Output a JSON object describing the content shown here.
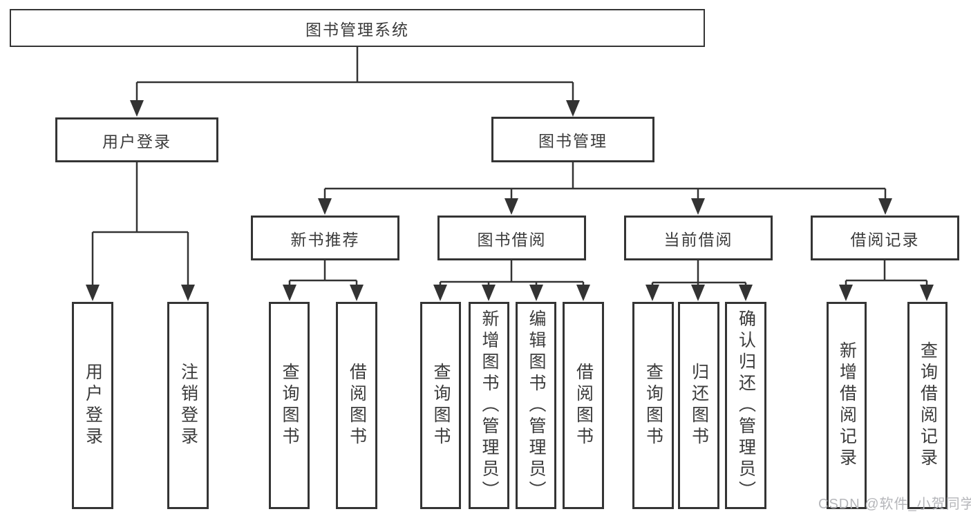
{
  "diagram_type": "hierarchy-tree",
  "colors": {
    "line": "#333333",
    "border": "#343434",
    "text": "#3b3b3b",
    "background": "#ffffff",
    "watermark": "#b5b6ba"
  },
  "nodes": {
    "root": {
      "label": "图书管理系统"
    },
    "userLogin": {
      "label": "用户登录",
      "children": [
        {
          "label": "用户登录"
        },
        {
          "label": "注销登录"
        }
      ]
    },
    "bookManagement": {
      "label": "图书管理",
      "children": [
        {
          "label": "新书推荐",
          "children": [
            {
              "label": "查询图书"
            },
            {
              "label": "借阅图书"
            }
          ]
        },
        {
          "label": "图书借阅",
          "children": [
            {
              "label": "查询图书"
            },
            {
              "label": "新增图书（管理员）"
            },
            {
              "label": "编辑图书（管理员）"
            },
            {
              "label": "借阅图书"
            }
          ]
        },
        {
          "label": "当前借阅",
          "children": [
            {
              "label": "查询图书"
            },
            {
              "label": "归还图书"
            },
            {
              "label": "确认归还（管理员）"
            }
          ]
        },
        {
          "label": "借阅记录",
          "children": [
            {
              "label": "新增借阅记录"
            },
            {
              "label": "查询借阅记录"
            }
          ]
        }
      ]
    }
  },
  "watermark": "CSDN @软件_小贺同学"
}
